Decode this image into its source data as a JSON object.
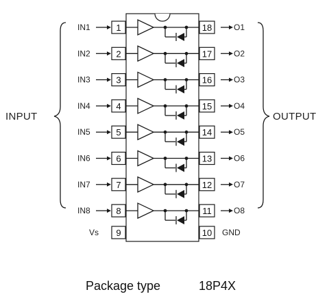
{
  "diagram": {
    "group_left": "INPUT",
    "group_right": "OUTPUT",
    "caption_prefix": "Package type",
    "caption_code": "18P4X",
    "channels": [
      {
        "input": "IN1",
        "in_pin": "1",
        "out_pin": "18",
        "output": "O1"
      },
      {
        "input": "IN2",
        "in_pin": "2",
        "out_pin": "17",
        "output": "O2"
      },
      {
        "input": "IN3",
        "in_pin": "3",
        "out_pin": "16",
        "output": "O3"
      },
      {
        "input": "IN4",
        "in_pin": "4",
        "out_pin": "15",
        "output": "O4"
      },
      {
        "input": "IN5",
        "in_pin": "5",
        "out_pin": "14",
        "output": "O5"
      },
      {
        "input": "IN6",
        "in_pin": "6",
        "out_pin": "13",
        "output": "O6"
      },
      {
        "input": "IN7",
        "in_pin": "7",
        "out_pin": "12",
        "output": "O7"
      },
      {
        "input": "IN8",
        "in_pin": "8",
        "out_pin": "11",
        "output": "O8"
      }
    ],
    "power": {
      "left_label": "Vs",
      "left_pin": "9",
      "right_pin": "10",
      "right_label": "GND"
    }
  }
}
